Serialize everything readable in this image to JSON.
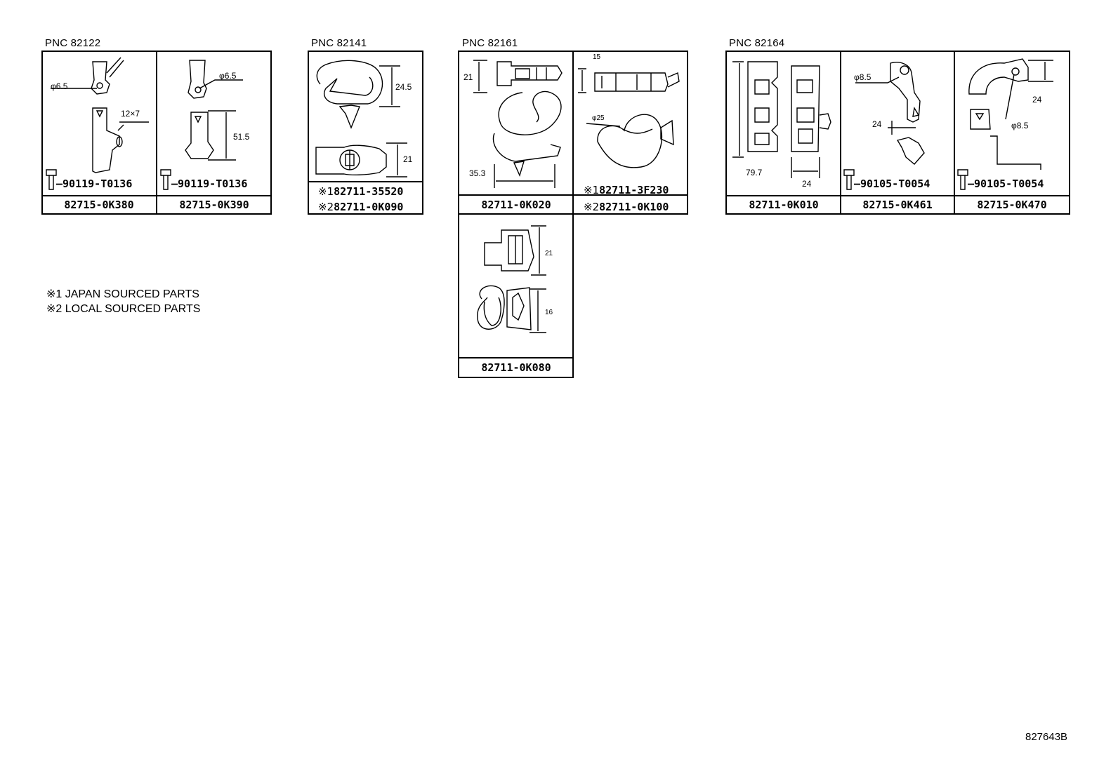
{
  "groups": [
    {
      "pnc": "PNC 82122"
    },
    {
      "pnc": "PNC 82141"
    },
    {
      "pnc": "PNC 82161"
    },
    {
      "pnc": "PNC 82164"
    }
  ],
  "cells": {
    "c82715_0K380": {
      "part": "82715-0K380",
      "bolt": "90119-T0136",
      "dims": [
        "φ6.5",
        "12×7"
      ]
    },
    "c82715_0K390": {
      "part": "82715-0K390",
      "bolt": "90119-T0136",
      "dims": [
        "φ6.5",
        "51.5"
      ]
    },
    "c82141": {
      "dims": [
        "24.5",
        "21"
      ],
      "parts": [
        {
          "mark": "※1",
          "number": "82711-35520"
        },
        {
          "mark": "※2",
          "number": "82711-0K090"
        }
      ]
    },
    "c82711_0K020": {
      "part": "82711-0K020",
      "dims": [
        "21",
        "35.3"
      ]
    },
    "c82161b": {
      "dims": [
        "15",
        "φ25"
      ],
      "parts": [
        {
          "mark": "※1",
          "number": "82711-3F230"
        },
        {
          "mark": "※2",
          "number": "82711-0K100"
        }
      ]
    },
    "c82711_0K080": {
      "part": "82711-0K080",
      "dims": [
        "21",
        "16"
      ]
    },
    "c82711_0K010": {
      "part": "82711-0K010",
      "dims": [
        "79.7",
        "24"
      ]
    },
    "c82715_0K461": {
      "part": "82715-0K461",
      "bolt": "90105-T0054",
      "dims": [
        "φ8.5",
        "24"
      ]
    },
    "c82715_0K470": {
      "part": "82715-0K470",
      "bolt": "90105-T0054",
      "dims": [
        "24",
        "φ8.5"
      ]
    }
  },
  "notes": [
    "※1 JAPAN SOURCED PARTS",
    "※2 LOCAL SOURCED PARTS"
  ],
  "reference": "827643B"
}
